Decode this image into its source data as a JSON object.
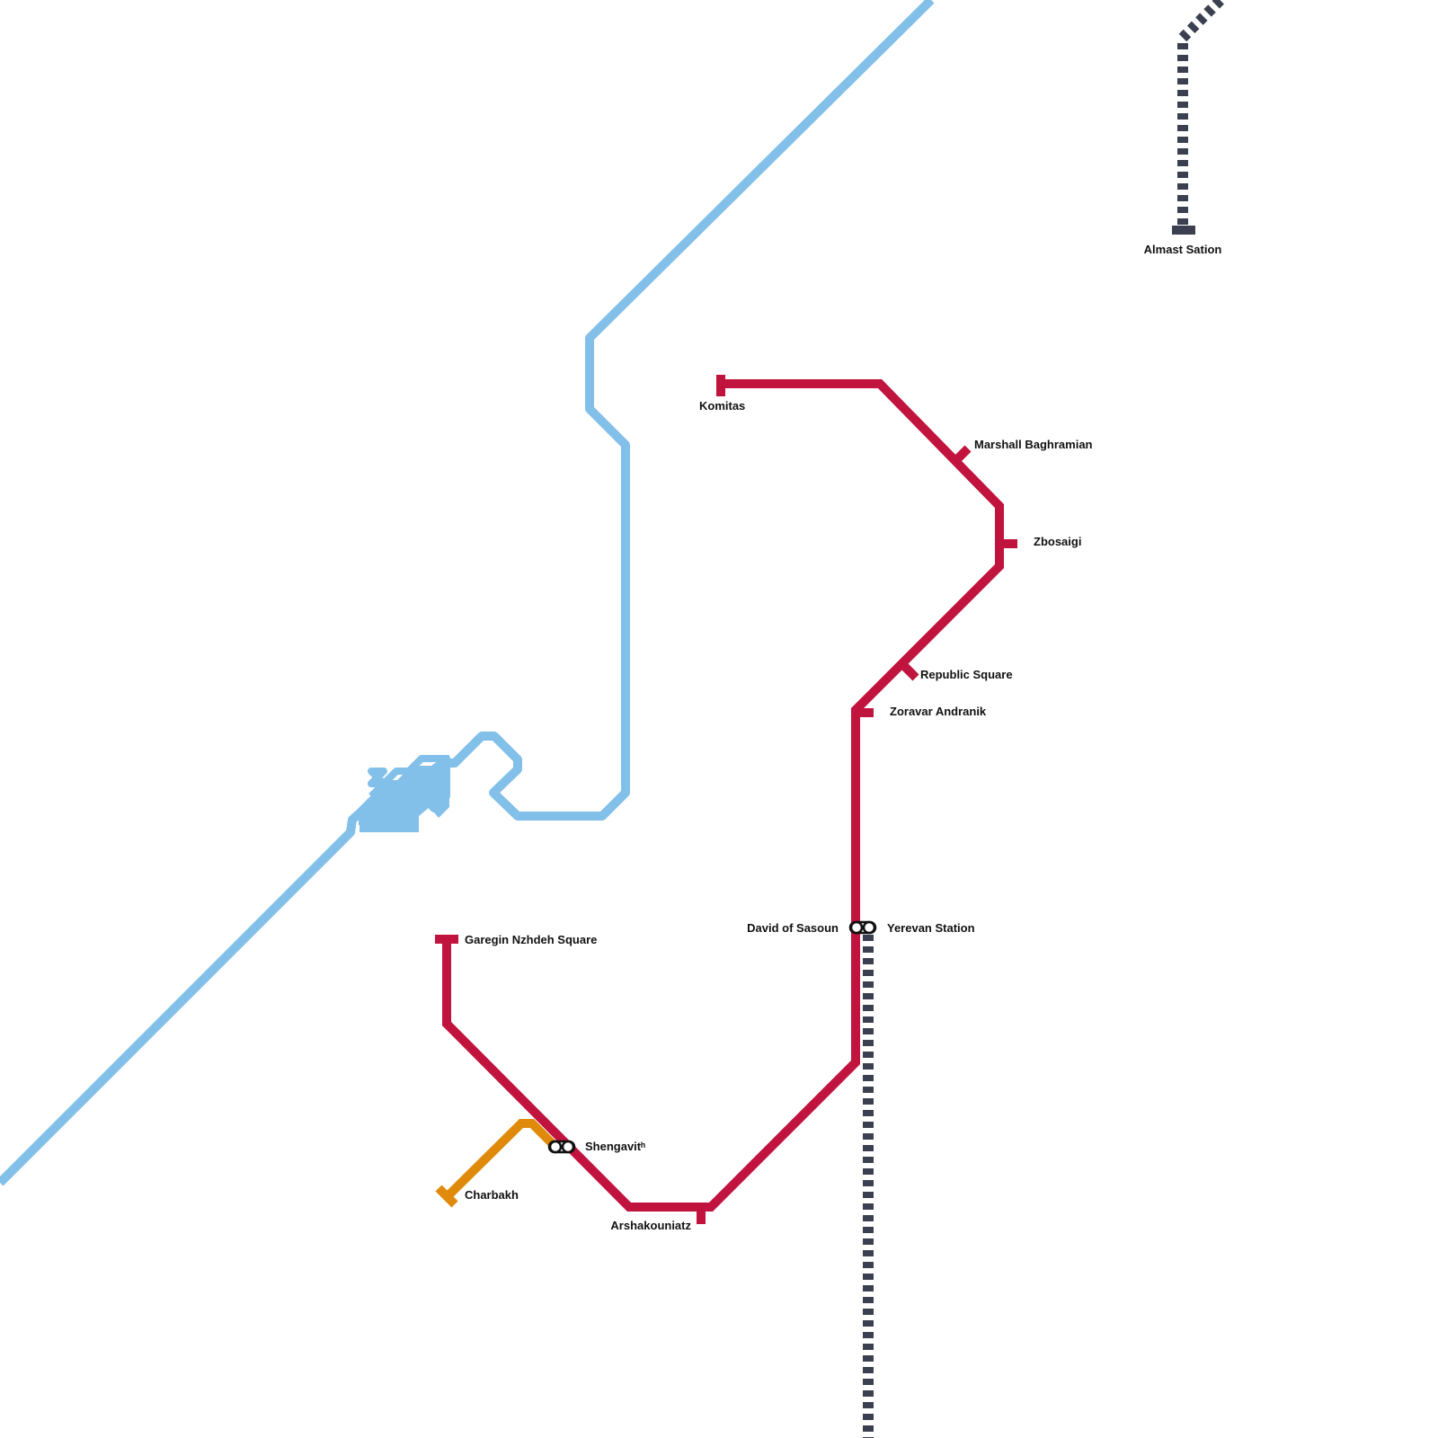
{
  "colors": {
    "background": "#ffffff",
    "blue_line": "#82c0ea",
    "red_line": "#c0133d",
    "orange_line": "#df8a0a",
    "rail_line": "#3b4050",
    "label_text": "#111111"
  },
  "lines": [
    {
      "id": "blue-line",
      "color_key": "blue_line",
      "style": "solid"
    },
    {
      "id": "red-line",
      "color_key": "red_line",
      "style": "solid"
    },
    {
      "id": "orange-line",
      "color_key": "orange_line",
      "style": "solid"
    },
    {
      "id": "rail-line-south",
      "color_key": "rail_line",
      "style": "dashed"
    },
    {
      "id": "rail-line-north",
      "color_key": "rail_line",
      "style": "dashed"
    }
  ],
  "stations": {
    "komitas": "Komitas",
    "marshall_baghramian": "Marshall Baghramian",
    "zbosaigi": "Zbosaigi",
    "republic_square": "Republic Square",
    "zoravar_andranik": "Zoravar Andranik",
    "david_of_sasoun": "David of Sasoun",
    "yerevan_station": "Yerevan Station",
    "garegin_nzhdeh_square": "Garegin Nzhdeh Square",
    "shengavit": "Shengavitʰ",
    "charbakh": "Charbakh",
    "arshakouniatz": "Arshakouniatz",
    "almast_sation": "Almast Sation"
  }
}
